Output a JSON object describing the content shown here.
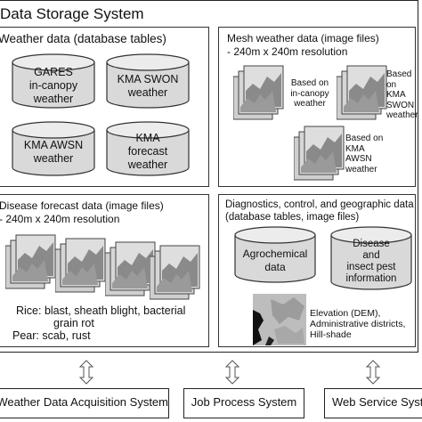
{
  "title": "Data Storage System",
  "panels": {
    "weather": {
      "title": "Weather data (database tables)",
      "cylinders": [
        {
          "lines": [
            "GARES",
            "in-canopy",
            "weather"
          ]
        },
        {
          "lines": [
            "KMA SWON",
            "weather"
          ]
        },
        {
          "lines": [
            "KMA AWSN",
            "weather"
          ]
        },
        {
          "lines": [
            "KMA",
            "forecast",
            "weather"
          ]
        }
      ]
    },
    "mesh": {
      "title_line1": "Mesh weather data (image files)",
      "title_line2": "- 240m x 240m resolution",
      "groups": [
        {
          "lines": [
            "Based on",
            "in-canopy",
            "weather"
          ]
        },
        {
          "lines": [
            "Based on",
            "KMA",
            "SWON",
            "weather"
          ]
        },
        {
          "lines": [
            "Based on",
            "KMA",
            "AWSN",
            "weather"
          ]
        }
      ]
    },
    "disease": {
      "title_line1": "Disease forecast data (image files)",
      "title_line2": "- 240m x 240m resolution",
      "lines": [
        "Rice: blast, sheath blight, bacterial",
        "grain rot",
        "Pear: scab, rust"
      ]
    },
    "diagnostics": {
      "title_line1": "Diagnostics, control, and geographic data",
      "title_line2": "(database tables, image files)",
      "cylinders": [
        {
          "lines": [
            "Agrochemical",
            "data"
          ]
        },
        {
          "lines": [
            "Disease",
            "and",
            "insect pest",
            "information"
          ]
        }
      ],
      "geo_lines": [
        "Elevation (DEM),",
        "Administrative districts,",
        "Hill-shade"
      ]
    }
  },
  "systems": [
    {
      "label": "Weather Data Acquisition System"
    },
    {
      "label": "Job Process System"
    },
    {
      "label": "Web Service System"
    }
  ],
  "colors": {
    "cylinder_fill": "#d9d9d9",
    "cylinder_top": "#ececec",
    "border": "#222222",
    "arrow_fill": "#ffffff"
  }
}
